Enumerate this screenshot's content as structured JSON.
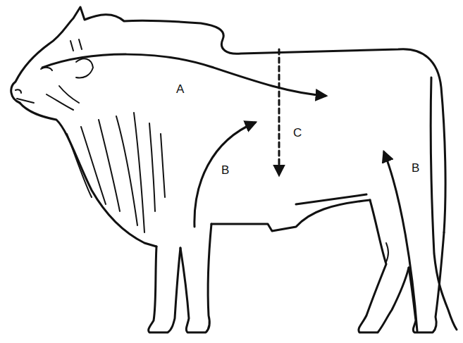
{
  "diagram": {
    "labels": [
      "A",
      "B",
      "C",
      "B"
    ]
  }
}
